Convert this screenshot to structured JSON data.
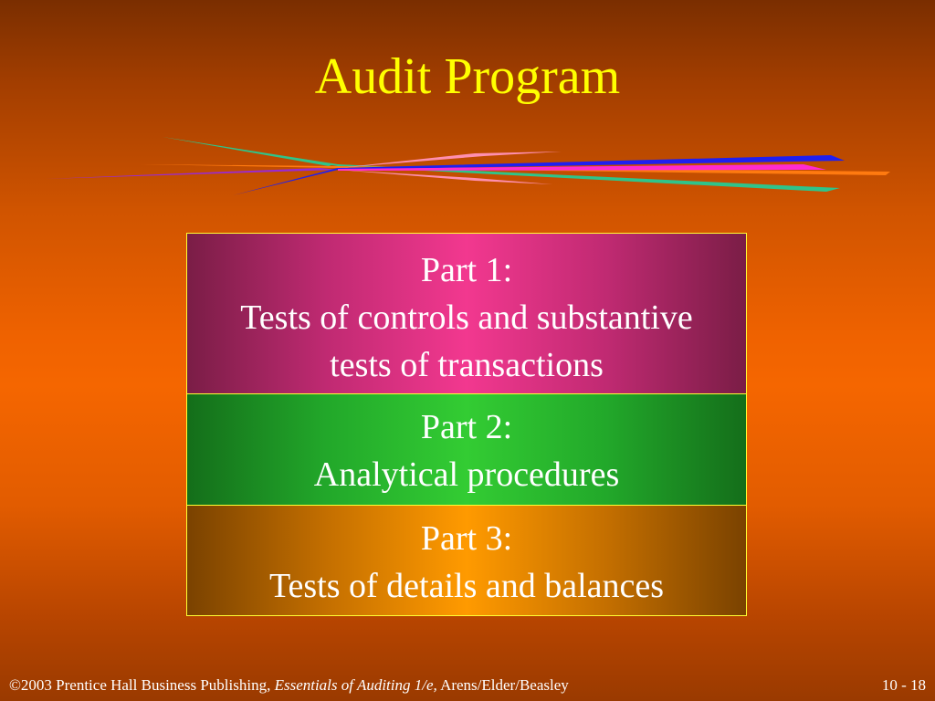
{
  "slide": {
    "title": "Audit Program"
  },
  "parts": [
    {
      "heading": "Part 1:",
      "lines": [
        "Tests of controls and substantive",
        "tests of transactions"
      ],
      "color": "#f2388f"
    },
    {
      "heading": "Part 2:",
      "lines": [
        "Analytical procedures"
      ],
      "color": "#33cc33"
    },
    {
      "heading": "Part 3:",
      "lines": [
        "Tests of details and balances"
      ],
      "color": "#ff9a00"
    }
  ],
  "footer": {
    "copyright": "©2003 Prentice Hall Business Publishing,",
    "book_title": "Essentials of Auditing 1/e,",
    "authors": "Arens/Elder/Beasley",
    "page": "10 - 18"
  },
  "colors": {
    "title": "#ffff00",
    "box_border": "#ffff33",
    "text": "#ffffff"
  }
}
